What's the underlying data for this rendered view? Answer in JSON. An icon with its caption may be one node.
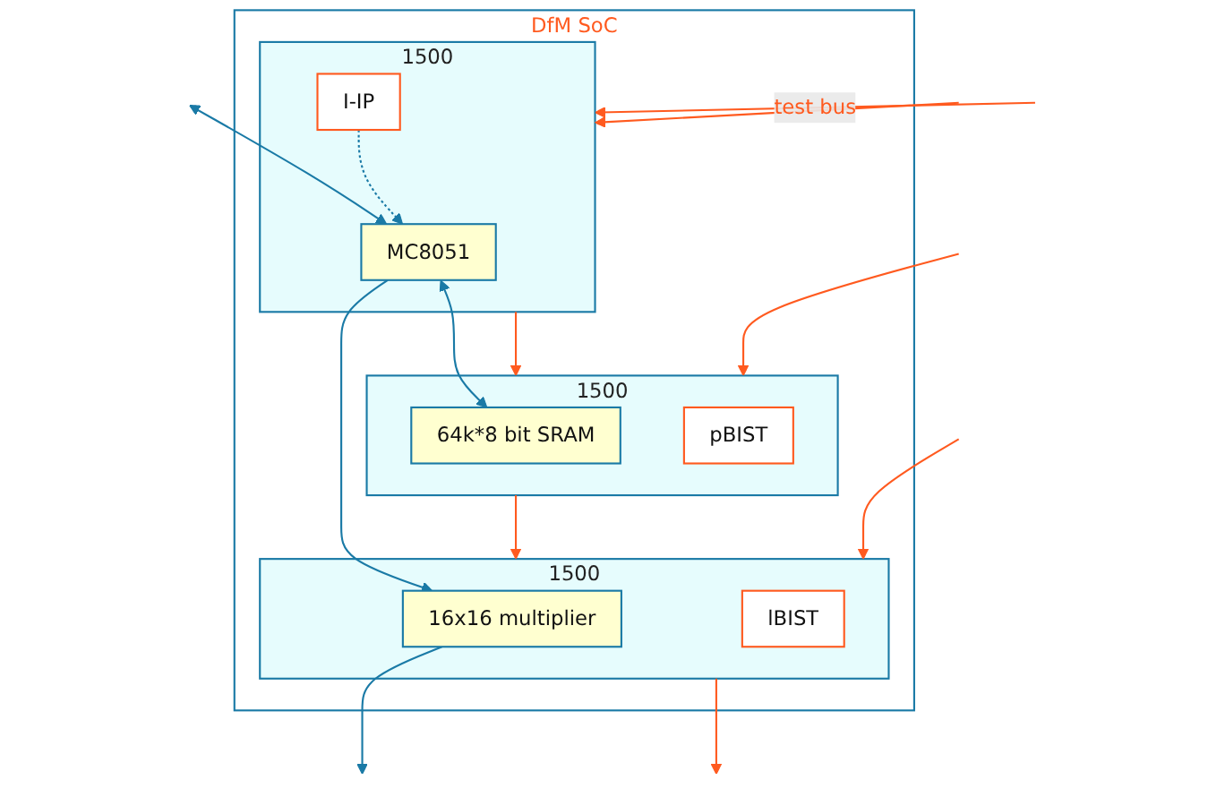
{
  "diagram": {
    "nodes": [
      {
        "text": [
          "DfM SoC"
        ]
      },
      {
        "text": [
          "1500"
        ],
        "in": 0
      },
      {
        "text": [
          "MC8051"
        ],
        "in": 1
      },
      {
        "text": [
          "I-IP"
        ],
        "in": 1
      },
      {
        "text": [
          "1500"
        ],
        "in": 0
      },
      {
        "text": [
          "64k*8 bit SRAM"
        ],
        "in": 4
      },
      {
        "text": [
          "pBIST"
        ],
        "in": 4
      },
      {
        "text": [
          "1500"
        ],
        "in": 0
      },
      {
        "text": [
          "16x16 multiplier"
        ],
        "in": 7
      },
      {
        "text": [
          "lBIST"
        ],
        "in": 7
      }
    ],
    "edges": [
      {
        "from": null,
        "to": 2,
        "arrow": "both",
        "color": "#1a7aa6"
      },
      {
        "from": 2,
        "to": 5,
        "arrow": "both",
        "color": "#1a7aa6"
      },
      {
        "from": 3,
        "to": 2,
        "arrow": "to",
        "style": "dashed",
        "color": "#1a7aa6"
      },
      {
        "from": 1,
        "to": 4,
        "arrow": "to"
      },
      {
        "from": 2,
        "to": 8,
        "arrow": "to",
        "color": "#1a7aa6"
      },
      {
        "from": 8,
        "to": null,
        "arrow": "to",
        "color": "#1a7aa6"
      },
      {
        "from": 4,
        "to": 7,
        "arrow": "to"
      },
      {
        "from": 7,
        "to": null,
        "arrow": "to"
      },
      {
        "from": null,
        "to": 1,
        "arrow": "to"
      },
      {
        "from": null,
        "to": 1,
        "arrow": "to",
        "label": "test bus"
      },
      {
        "from": null,
        "to": 7,
        "arrow": "to"
      },
      {
        "from": null,
        "to": 4,
        "arrow": "to"
      }
    ]
  }
}
